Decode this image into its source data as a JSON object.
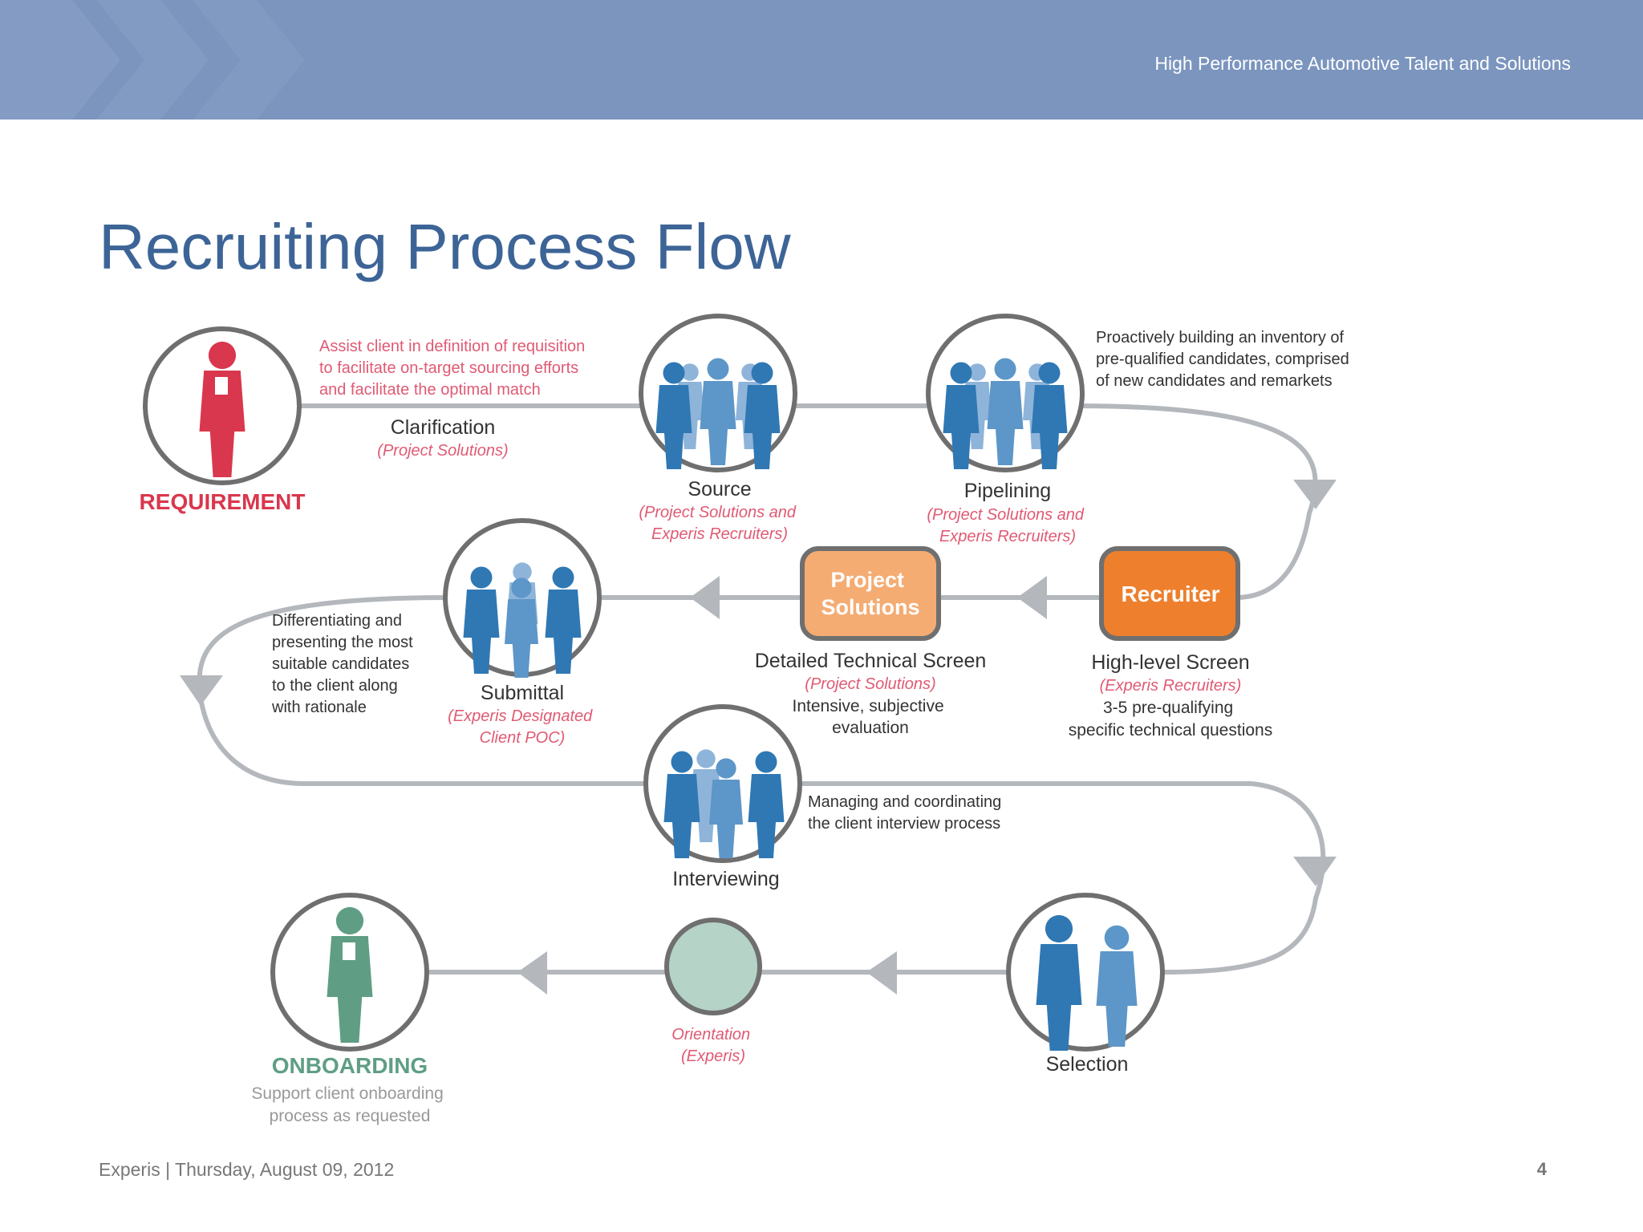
{
  "header": {
    "title": "High Performance Automotive Talent and Solutions"
  },
  "slide": {
    "title": "Recruiting Process Flow"
  },
  "steps": {
    "requirement": {
      "label": "REQUIREMENT"
    },
    "clarification": {
      "note": [
        "Assist client in definition of requisition",
        "to facilitate on-target sourcing efforts",
        "and facilitate the optimal match"
      ],
      "label": "Clarification",
      "owner": "(Project Solutions)"
    },
    "source": {
      "label": "Source",
      "owner": [
        "(Project Solutions and",
        "Experis Recruiters)"
      ]
    },
    "pipelining": {
      "note": [
        "Proactively building an inventory of",
        "pre-qualified candidates, comprised",
        "of new candidates and remarkets"
      ],
      "label": "Pipelining",
      "owner": [
        "(Project Solutions and",
        "Experis Recruiters)"
      ]
    },
    "recruiter": {
      "box": "Recruiter",
      "label": "High-level Screen",
      "owner": "(Experis Recruiters)",
      "detail": [
        "3-5 pre-qualifying",
        "specific technical questions"
      ]
    },
    "project_solutions": {
      "box": [
        "Project",
        "Solutions"
      ],
      "label": "Detailed Technical Screen",
      "owner": "(Project Solutions)",
      "detail": [
        "Intensive, subjective",
        "evaluation"
      ]
    },
    "submittal": {
      "note": [
        "Differentiating and",
        "presenting the most",
        "suitable candidates",
        "to the client along",
        "with rationale"
      ],
      "label": "Submittal",
      "owner": [
        "(Experis Designated",
        "Client POC)"
      ]
    },
    "interviewing": {
      "note": [
        "Managing and coordinating",
        "the client interview process"
      ],
      "label": "Interviewing"
    },
    "selection": {
      "label": "Selection"
    },
    "orientation": {
      "owner": [
        "Orientation",
        "(Experis)"
      ]
    },
    "onboarding": {
      "label": "ONBOARDING",
      "note": [
        "Support client onboarding",
        "process as requested"
      ]
    }
  },
  "footer": {
    "left": "Experis  |  Thursday, August 09, 2012",
    "page": "4"
  },
  "colors": {
    "header": "#7b95be",
    "title": "#3d6496",
    "red": "#d9374d",
    "pink": "#e05a73",
    "orange": "#ee7f2d",
    "light_orange": "#f4ac73",
    "teal": "#5f9e84",
    "blue": "#2f78b4",
    "gray": "#b4b8bd"
  },
  "icons": [
    "female-figure-icon",
    "crowd-icon",
    "two-people-icon",
    "blank-circle-icon"
  ]
}
